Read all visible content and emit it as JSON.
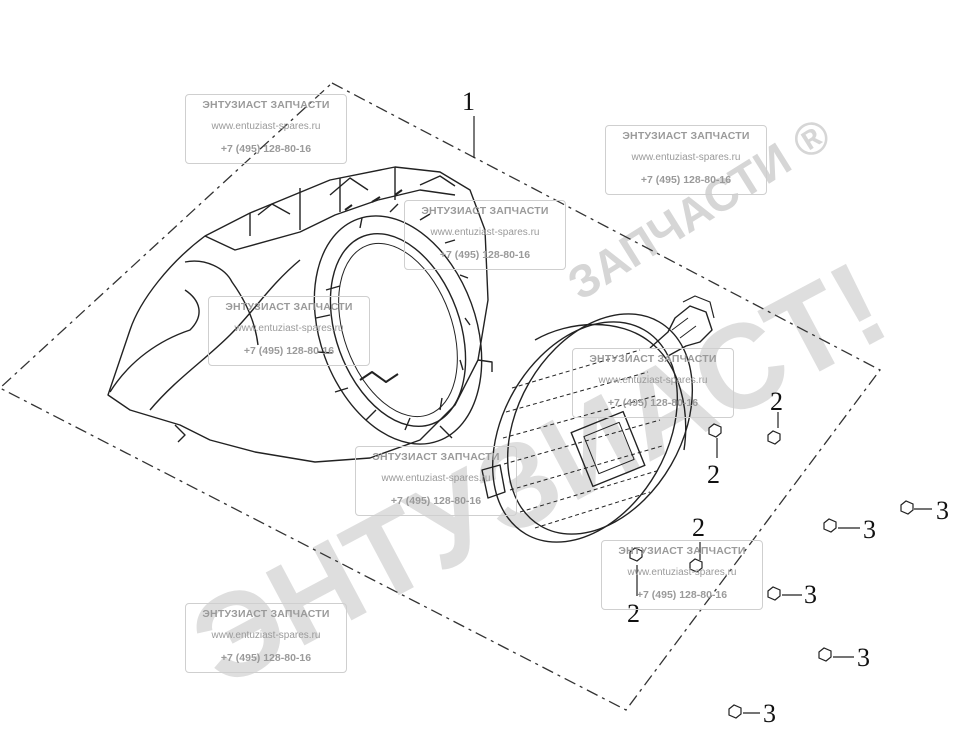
{
  "callouts": {
    "housing": "1",
    "bolt_a": "2",
    "bolt_b": "3"
  },
  "watermark": {
    "arc_text": "ЗАПЧАСТИ ®",
    "diag_text": "ЭНТУЗИАСТ!",
    "color": "#dadada"
  },
  "stamp": {
    "name": "ЭНТУЗИАСТ ЗАПЧАСТИ",
    "site": "www.entuziast-spares.ru",
    "phone": "+7 (495) 128-80-16"
  },
  "colors": {
    "line": "#222222",
    "stamp_text": "#9a9a9a"
  }
}
